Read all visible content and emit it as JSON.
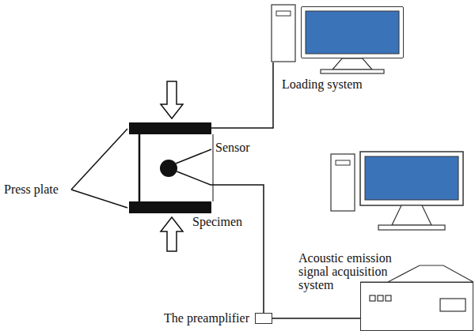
{
  "diagram": {
    "nodes": [
      {
        "text": [
          "Loading system"
        ]
      },
      {
        "text": [
          "Sensor"
        ]
      },
      {
        "text": [
          "The preamplifier"
        ]
      },
      {
        "text": [
          "Acoustic emission signal acquisition system"
        ]
      }
    ],
    "edges": [
      {
        "from": 1,
        "to": 2,
        "arrow": "none"
      },
      {
        "from": 2,
        "to": 3,
        "arrow": "none"
      }
    ],
    "labels": [
      "Press plate",
      "Specimen"
    ]
  }
}
